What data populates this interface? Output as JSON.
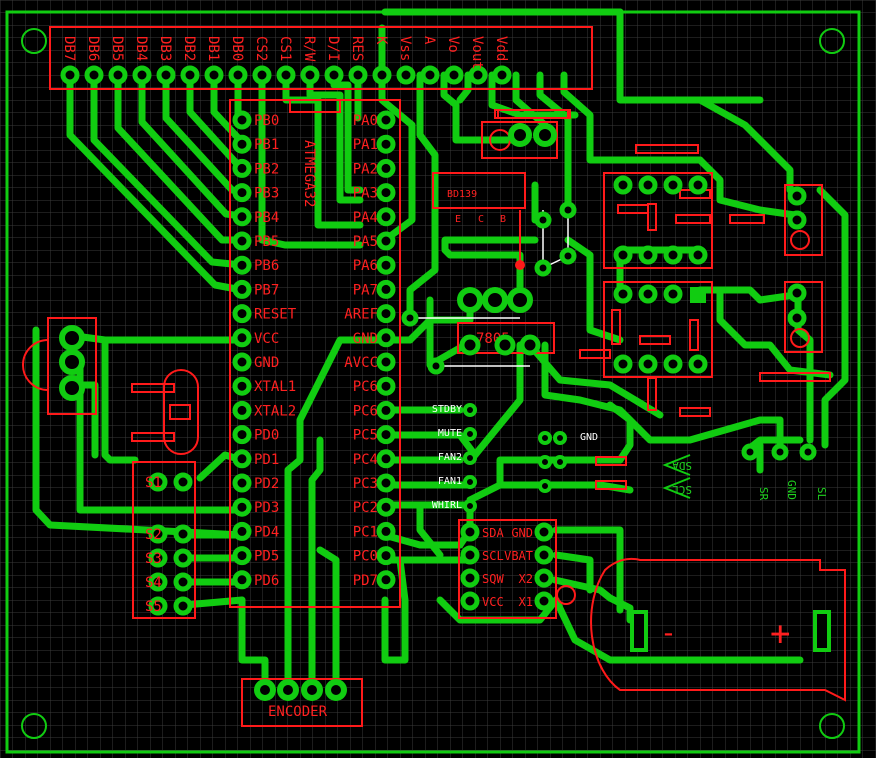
{
  "colors": {
    "background": "#000000",
    "grid": "#3a3a3a",
    "copper": "#11cc11",
    "silkscreen": "#ff1a1a",
    "jumper": "#ffffff"
  },
  "header": {
    "pins": [
      "DB7",
      "DB6",
      "DB5",
      "DB4",
      "DB3",
      "DB2",
      "DB1",
      "DB0",
      "CS2",
      "CS1",
      "R/W",
      "D/I",
      "RES",
      "K",
      "Vss",
      "A",
      "Vo",
      "Vout",
      "Vdd"
    ]
  },
  "mcu": {
    "part": "ATMEGA32",
    "left": [
      "PB0",
      "PB1",
      "PB2",
      "PB3",
      "PB4",
      "PB5",
      "PB6",
      "PB7",
      "RESET",
      "VCC",
      "GND",
      "XTAL1",
      "XTAL2",
      "PD0",
      "PD1",
      "PD2",
      "PD3",
      "PD4",
      "PD5",
      "PD6"
    ],
    "right": [
      "PA0",
      "PA1",
      "PA2",
      "PA3",
      "PA4",
      "PA5",
      "PA6",
      "PA7",
      "AREF",
      "GND",
      "AVCC",
      "PC6",
      "PC6",
      "PC5",
      "PC4",
      "PC3",
      "PC2",
      "PC1",
      "PC0",
      "PD7"
    ]
  },
  "switches": [
    "S1",
    "S2",
    "S3",
    "S4",
    "S5"
  ],
  "transistor": {
    "part": "BD139",
    "pins": [
      "B",
      "C",
      "E"
    ]
  },
  "reg": {
    "label": "7805"
  },
  "pc_signals": [
    "STDBY",
    "MUTE",
    "FAN2",
    "FAN1",
    "WHIRL"
  ],
  "right_conn": [
    "GND",
    "SDA",
    "SCL"
  ],
  "rtc": {
    "pins": [
      "SDA",
      "GND",
      "SCL",
      "VBAT",
      "SQW",
      "X2",
      "VCC",
      "X1"
    ]
  },
  "encoder": {
    "label": "ENCODER"
  },
  "battery": {
    "minus": "-",
    "plus": "+"
  },
  "amp_labels": [
    "SR",
    "GND",
    "SL"
  ]
}
